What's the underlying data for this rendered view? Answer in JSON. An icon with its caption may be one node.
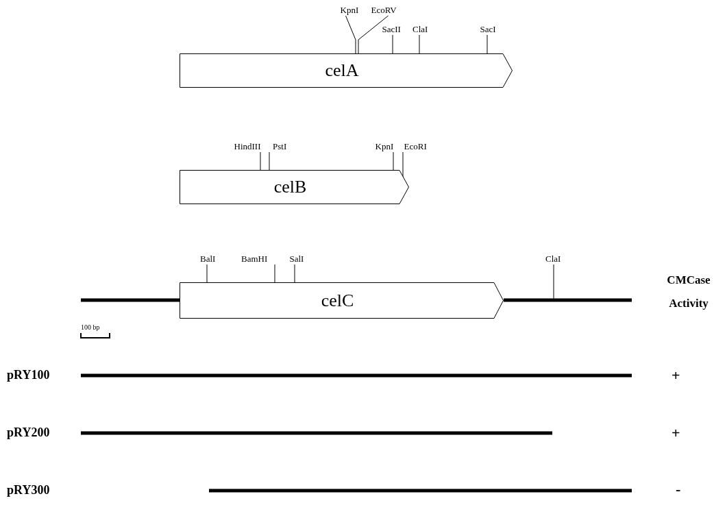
{
  "diagram": {
    "nodes": [
      {
        "text": [
          "KpnI"
        ]
      },
      {
        "text": [
          "EcoRV"
        ]
      },
      {
        "text": [
          "SacII"
        ]
      },
      {
        "text": [
          "ClaI"
        ]
      },
      {
        "text": [
          "SacI"
        ]
      },
      {
        "text": [
          "celA"
        ]
      },
      {
        "text": [
          "HindIII"
        ]
      },
      {
        "text": [
          "PstI"
        ]
      },
      {
        "text": [
          "KpnI"
        ]
      },
      {
        "text": [
          "EcoRI"
        ]
      },
      {
        "text": [
          "celB"
        ]
      },
      {
        "text": [
          "BalI"
        ]
      },
      {
        "text": [
          "BamHI"
        ]
      },
      {
        "text": [
          "SalI"
        ]
      },
      {
        "text": [
          "ClaI"
        ]
      },
      {
        "text": [
          "celC"
        ]
      }
    ],
    "edges": [
      {
        "from": 0,
        "to": 5,
        "arrow": "none"
      },
      {
        "from": 1,
        "to": 5,
        "arrow": "none"
      },
      {
        "from": 2,
        "to": 5,
        "arrow": "none"
      },
      {
        "from": 3,
        "to": 5,
        "arrow": "none"
      },
      {
        "from": 4,
        "to": 5,
        "arrow": "none"
      },
      {
        "from": 6,
        "to": 10,
        "arrow": "none"
      },
      {
        "from": 7,
        "to": 10,
        "arrow": "none"
      },
      {
        "from": 8,
        "to": 10,
        "arrow": "none"
      },
      {
        "from": 9,
        "to": 10,
        "arrow": "none"
      },
      {
        "from": 11,
        "to": 15,
        "arrow": "none"
      },
      {
        "from": 12,
        "to": 15,
        "arrow": "none"
      },
      {
        "from": 13,
        "to": 15,
        "arrow": "none"
      },
      {
        "from": 14,
        "to": null,
        "arrow": "none"
      }
    ],
    "labels": [
      "CMCase Activity",
      "100 bp",
      "pRY100",
      "+",
      "pRY200",
      "+",
      "pRY300",
      "-"
    ]
  }
}
